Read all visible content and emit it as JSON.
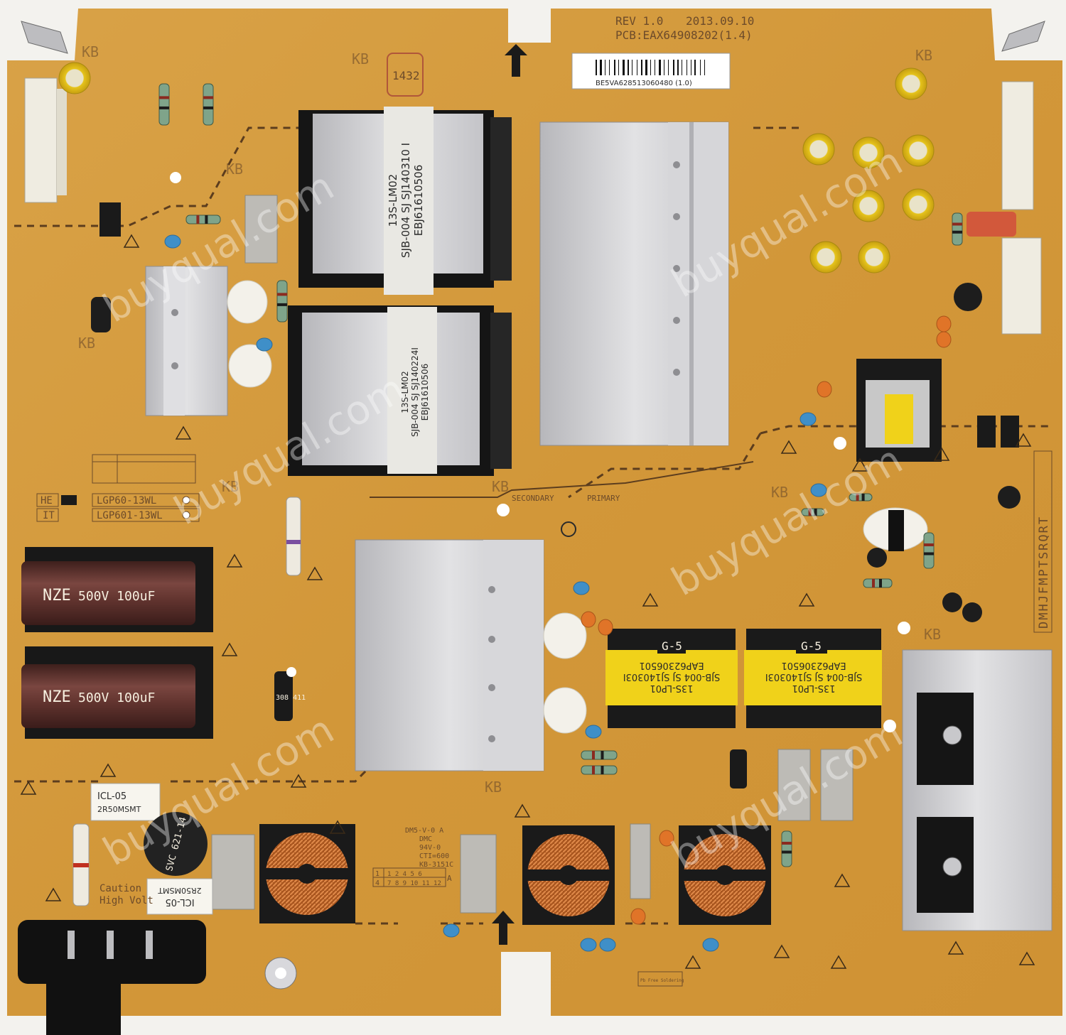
{
  "board": {
    "revision": "REV 1.0",
    "date": "2013.09.10",
    "pcb_code": "PCB:EAX64908202(1.4)",
    "barcode_text": "BE5VA628513060480 (1.0)",
    "model_he_tag": "HE",
    "model_he": "LGP60-13WL",
    "model_it_tag": "IT",
    "model_it": "LGP601-13WL",
    "region_secondary": "SECONDARY",
    "region_primary": "PRIMARY",
    "caution_label": "Caution",
    "caution_sub": "High Volt",
    "row_letters": "DMHJFMPTSRQRT",
    "kb_mark": "KB",
    "heatsink_stamp_1": "13S-LM02",
    "heatsink_stamp_2": "SJB-004 SJ SJ140310 I",
    "heatsink_stamp_3": "EBJ61610506",
    "heatsink_stamp_4": "SJB-004 SJ SJ140224I",
    "cap_brand": "NZE",
    "cap_rating": "500V 100uF",
    "transformer_label": "G-5",
    "transformer_model": "13S-LP01",
    "transformer_code": "SJB-004 SJ SJ140303I",
    "transformer_part": "EAP62306501",
    "thermistor_1": "ICL-05",
    "thermistor_1_sub": "2R50MSMT",
    "thermistor_2": "ICL-05",
    "thermistor_2_sub": "2R50MSMT",
    "varistor": "SVC 621-14",
    "diode_mark": "308 411",
    "ul_mark": "DM5-V-0 A",
    "ul_line2": "DMC",
    "ul_line3": "94V-0",
    "ul_line4": "CTI=600",
    "ul_line5": "KB-3151C",
    "table_row1": "1 2 4 5 6",
    "table_row2": "7 8 9 10 11 12",
    "grid_left_1": "1",
    "grid_left_2": "4",
    "grid_right": "A",
    "stamp": "1432",
    "pb_free": "Pb Free Soldering",
    "watermark": "buyqual.com"
  },
  "colors": {
    "pcb": "#d49a3e",
    "pcb_light": "#e0ad55",
    "heatsink": "#c9c9cc",
    "cap_maroon": "#5a2f2b",
    "copper": "#b8642a",
    "yellow_cap": "#e8c21f"
  }
}
